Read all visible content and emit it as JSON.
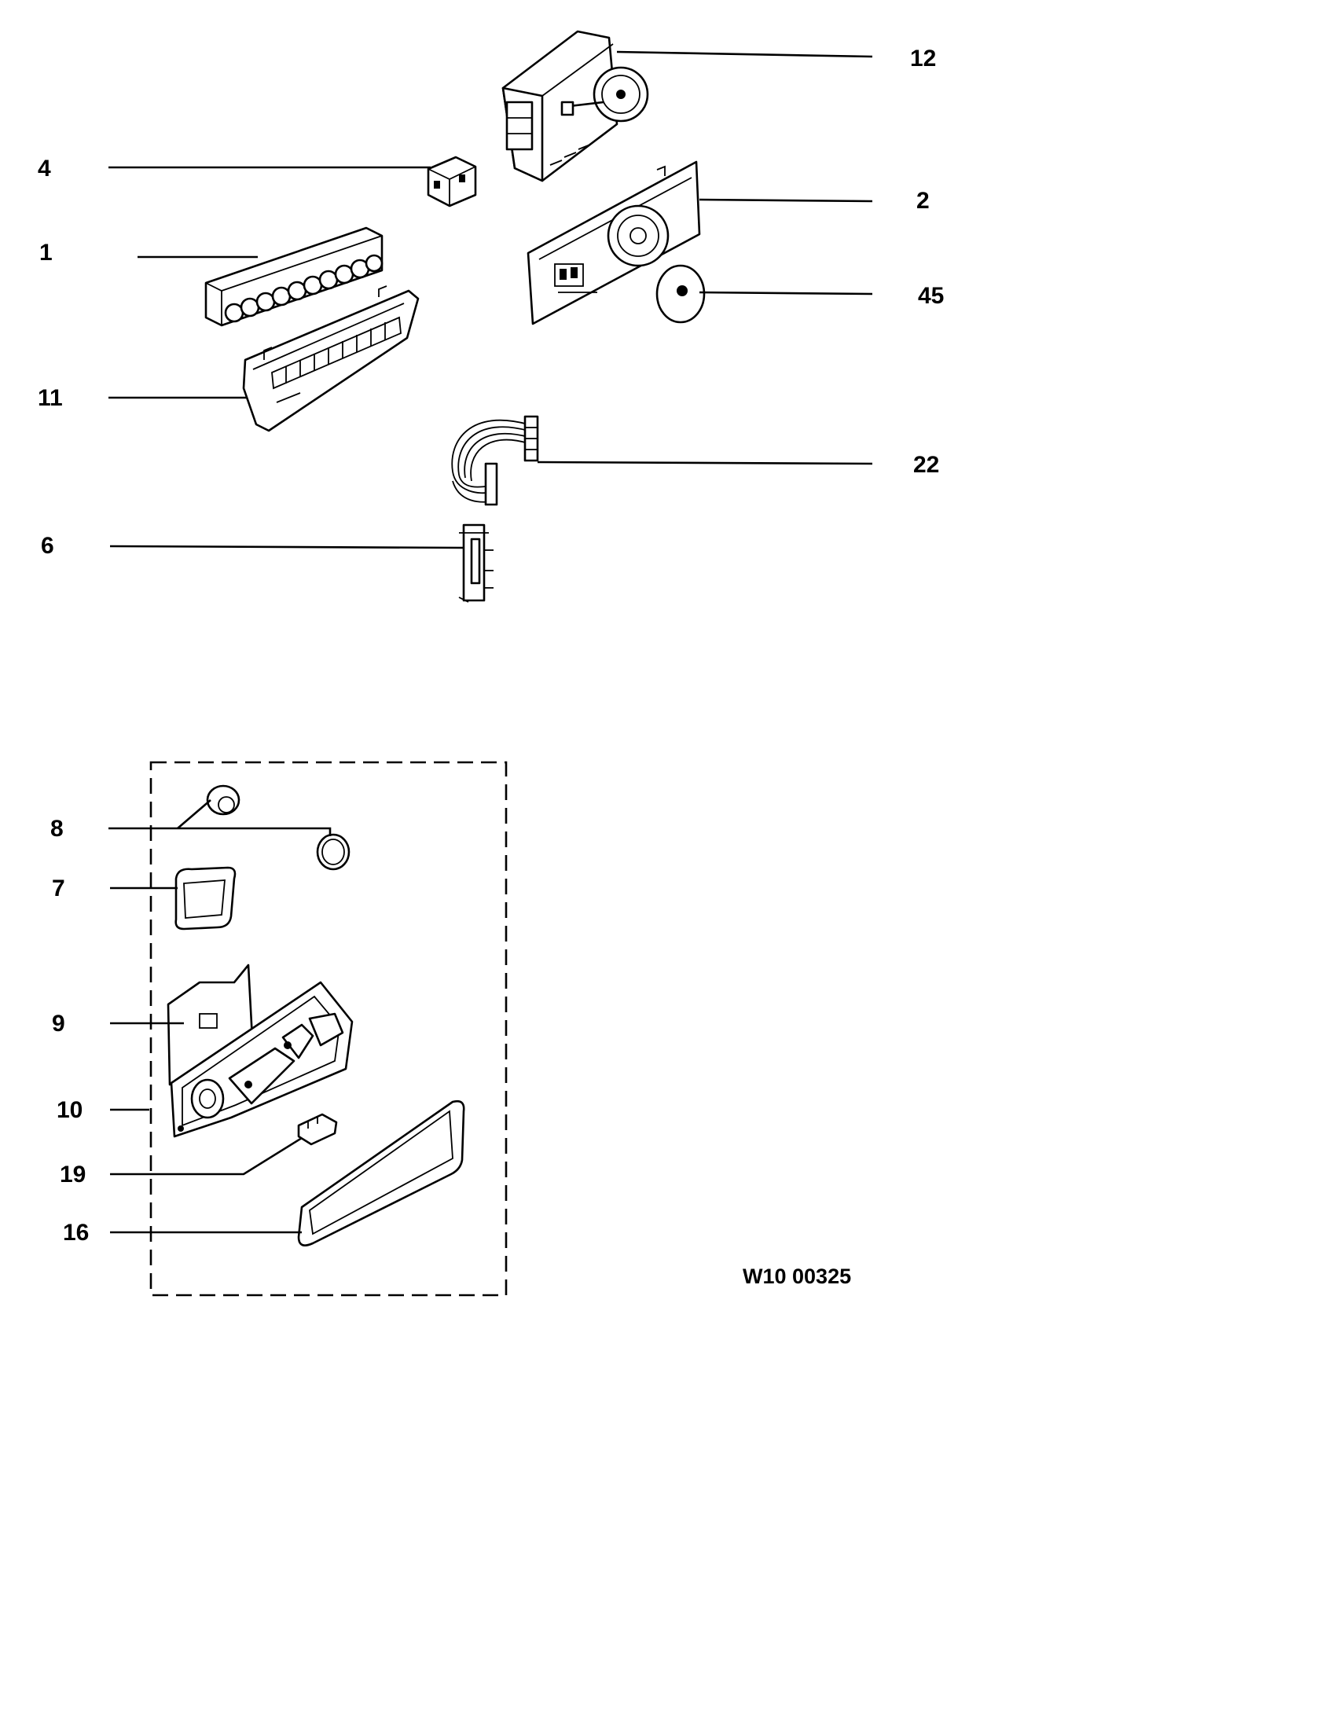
{
  "callouts": {
    "c12": "12",
    "c4": "4",
    "c2": "2",
    "c1": "1",
    "c45": "45",
    "c11": "11",
    "c22": "22",
    "c6": "6",
    "c8": "8",
    "c7": "7",
    "c9": "9",
    "c10": "10",
    "c19": "19",
    "c16": "16"
  },
  "drawing_code": "W10 00325"
}
